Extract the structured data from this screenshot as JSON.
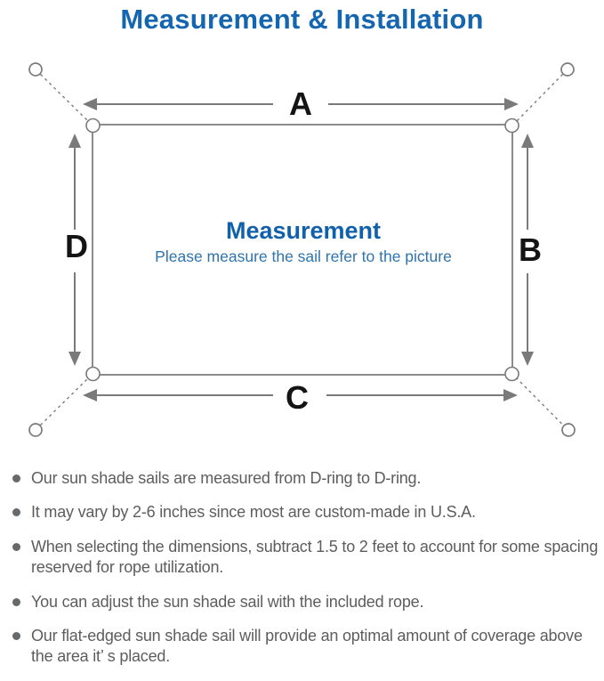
{
  "title": "Measurement & Installation",
  "diagram": {
    "dim_top": "A",
    "dim_right": "B",
    "dim_bottom": "C",
    "dim_left": "D",
    "center_heading": "Measurement",
    "center_subtitle": "Please measure the sail refer to the picture"
  },
  "colors": {
    "title_blue": "#1566b1",
    "center_heading_blue": "#1060ac",
    "center_subtitle_blue": "#2e74ad",
    "diagram_line_gray": "#7a7a7a",
    "dimension_label_black": "#141414",
    "note_text_gray": "#5d5d5d"
  },
  "notes": [
    "Our sun shade sails are measured from D-ring to D-ring.",
    "It may vary by 2-6 inches since most are custom-made in U.S.A.",
    "When selecting the dimensions, subtract 1.5 to 2 feet to account for some spacing reserved for rope utilization.",
    "You can adjust the sun shade sail with the included rope.",
    "Our flat-edged sun shade sail will provide an optimal amount of coverage above the area it’ s placed."
  ]
}
